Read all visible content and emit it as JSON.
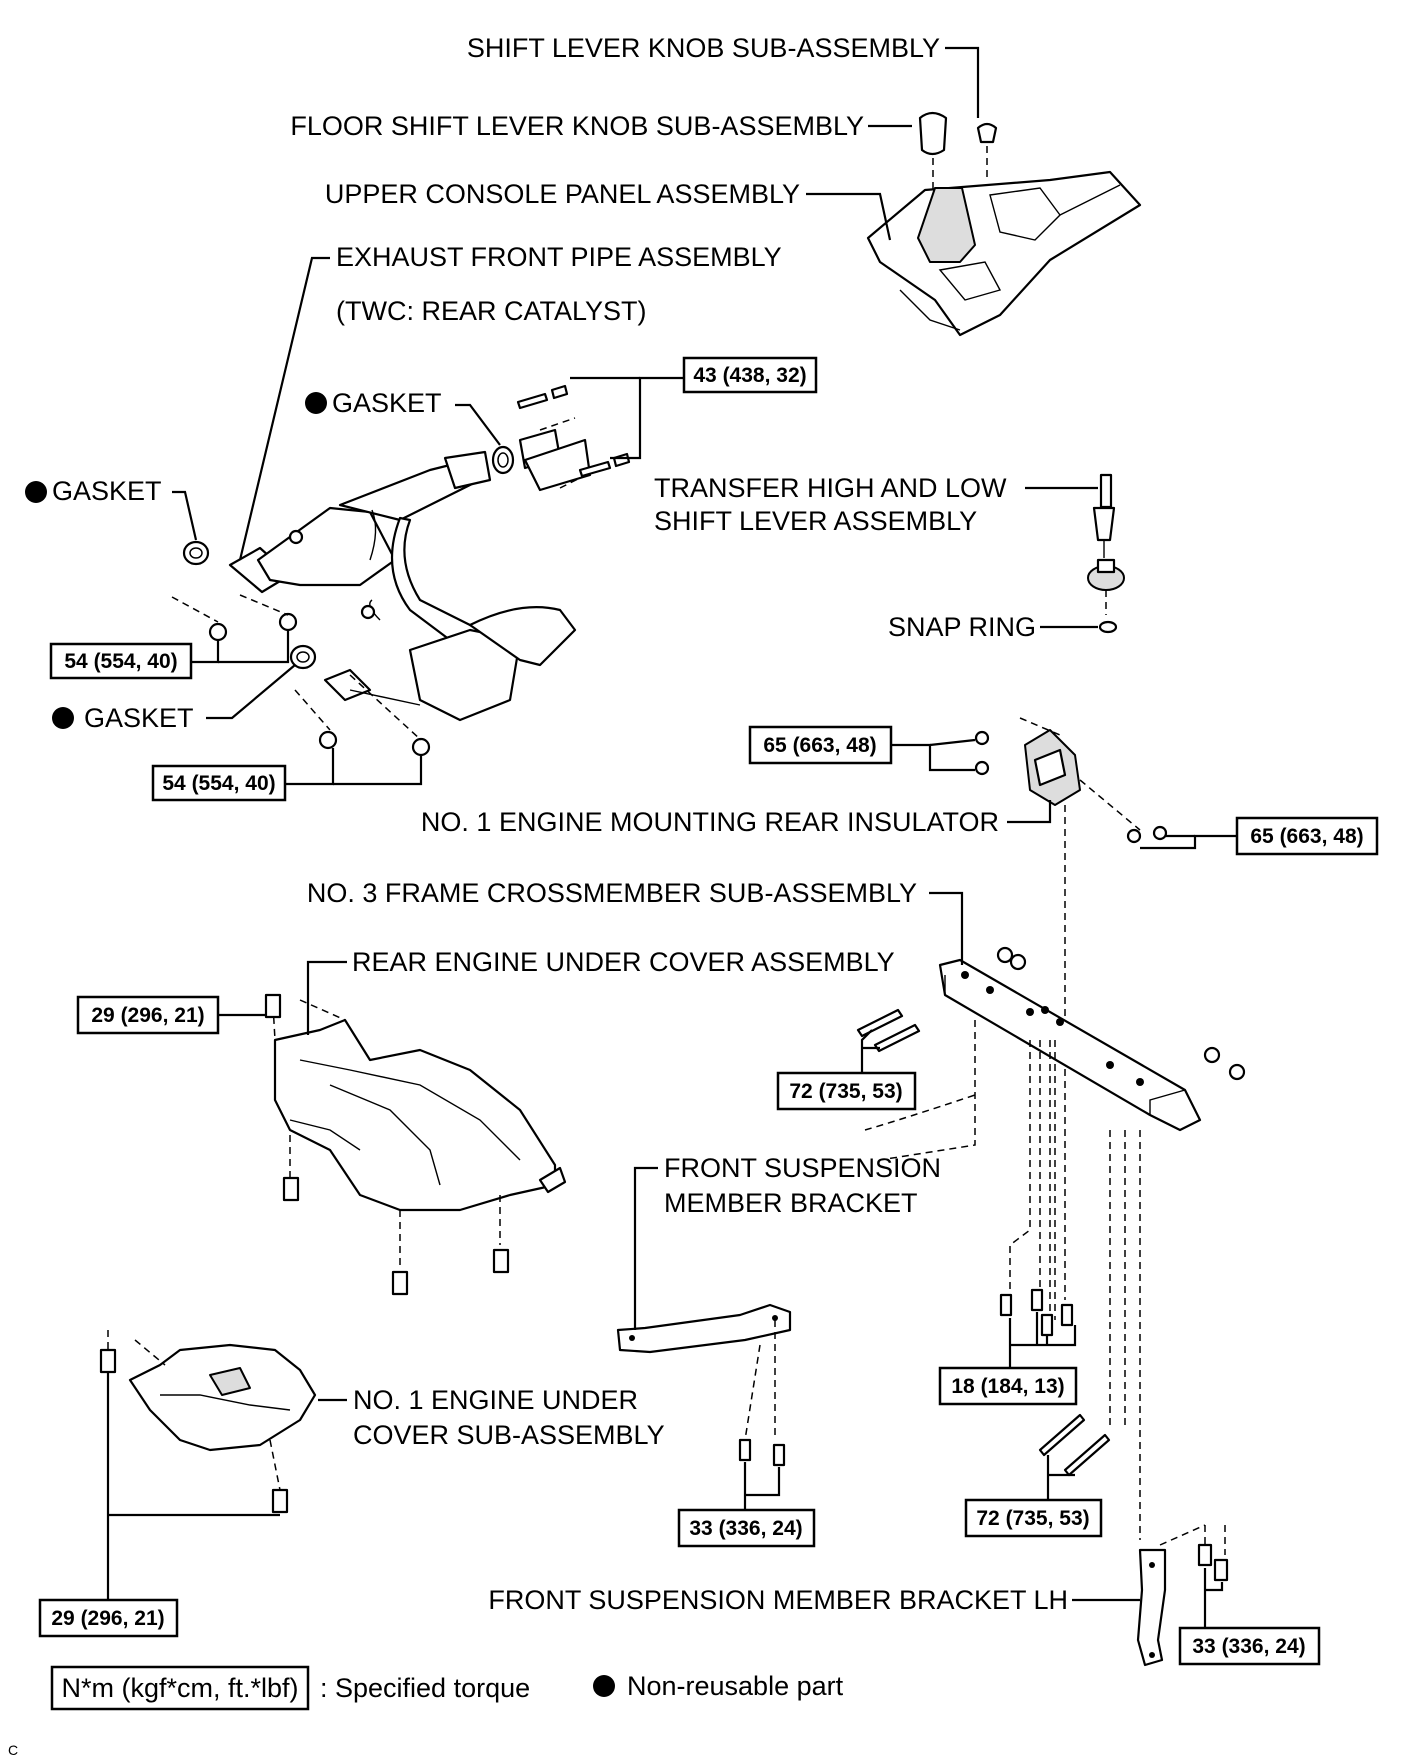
{
  "labels": {
    "shift_knob": "SHIFT LEVER KNOB SUB-ASSEMBLY",
    "floor_shift_knob": "FLOOR SHIFT LEVER KNOB SUB-ASSEMBLY",
    "upper_console": "UPPER CONSOLE PANEL ASSEMBLY",
    "exhaust_pipe_1": "EXHAUST FRONT PIPE ASSEMBLY",
    "exhaust_pipe_2": "(TWC: REAR CATALYST)",
    "gasket_top": "GASKET",
    "gasket_left": "GASKET",
    "gasket_lower": "GASKET",
    "transfer_lever_1": "TRANSFER HIGH AND LOW",
    "transfer_lever_2": "SHIFT LEVER ASSEMBLY",
    "snap_ring": "SNAP RING",
    "engine_mount": "NO. 1 ENGINE MOUNTING REAR INSULATOR",
    "crossmember": "NO. 3 FRAME CROSSMEMBER SUB-ASSEMBLY",
    "rear_under_cover": "REAR ENGINE UNDER COVER ASSEMBLY",
    "front_bracket_1": "FRONT SUSPENSION",
    "front_bracket_2": "MEMBER BRACKET",
    "no1_under_cover_1": "NO. 1 ENGINE UNDER",
    "no1_under_cover_2": "COVER SUB-ASSEMBLY",
    "bracket_lh": "FRONT SUSPENSION MEMBER BRACKET LH"
  },
  "torques": {
    "t43": "43 (438, 32)",
    "t54a": "54 (554, 40)",
    "t54b": "54 (554, 40)",
    "t65a": "65 (663, 48)",
    "t65b": "65 (663, 48)",
    "t29a": "29 (296, 21)",
    "t72a": "72 (735, 53)",
    "t18": "18 (184, 13)",
    "t33a": "33 (336, 24)",
    "t72b": "72 (735, 53)",
    "t29b": "29 (296, 21)",
    "t33b": "33 (336, 24)"
  },
  "legend": {
    "torque_unit": "N*m (kgf*cm, ft.*lbf)",
    "torque_desc": ": Specified torque",
    "nonreusable_desc": "Non-reusable part"
  },
  "corner_mark": "C"
}
